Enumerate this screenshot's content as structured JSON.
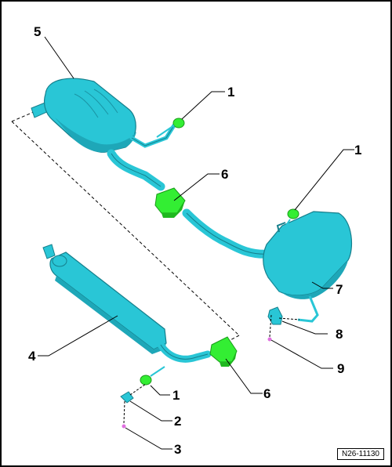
{
  "callouts": {
    "c1_top": "1",
    "c1_right": "1",
    "c1_bottom": "1",
    "c2": "2",
    "c3": "3",
    "c4": "4",
    "c5": "5",
    "c6_top": "6",
    "c6_bottom": "6",
    "c7": "7",
    "c8": "8",
    "c9": "9"
  },
  "figure_code": "N26-11130",
  "colors": {
    "muffler": "#29c6d6",
    "muffler_shade": "#1ea7b8",
    "clamp": "#33ee33",
    "clamp_shade": "#1fb81f",
    "bolt": "#e070e0",
    "leader": "#000000"
  }
}
